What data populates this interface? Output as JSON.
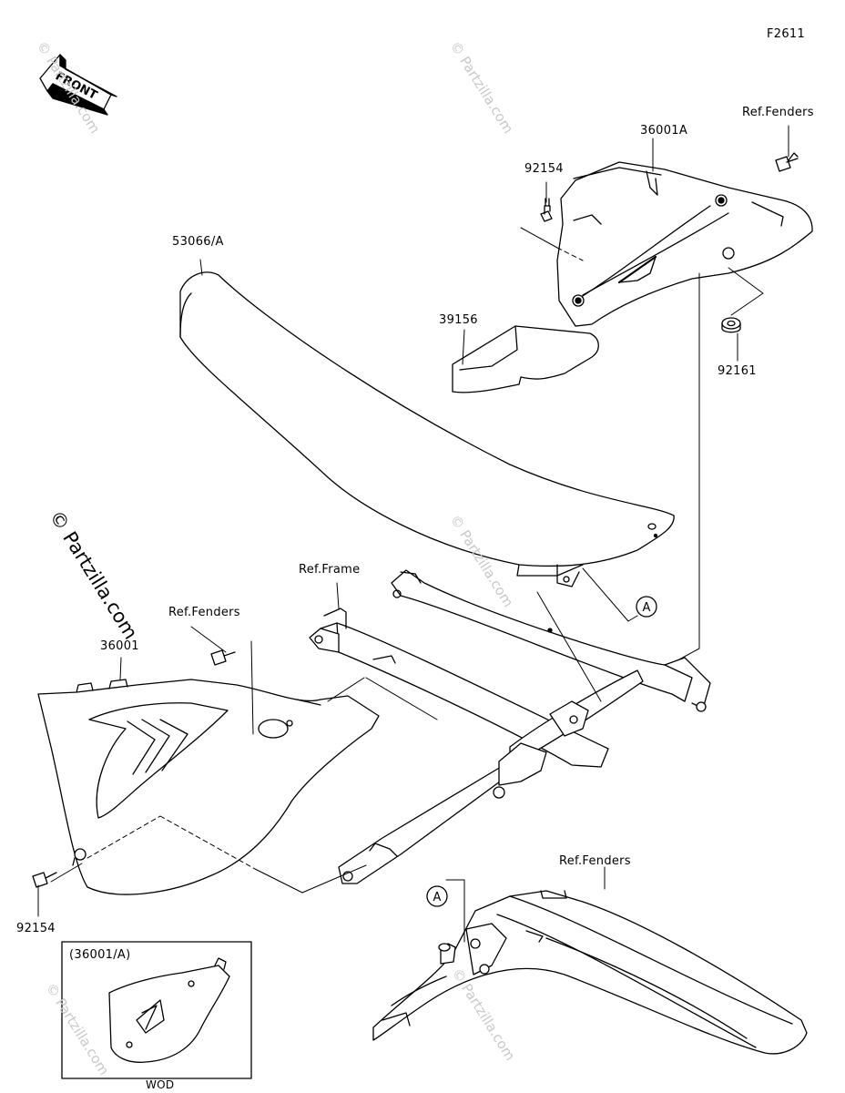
{
  "diagram": {
    "code": "F2611",
    "front_label": "FRONT",
    "circle_ref": "A",
    "inset_caption": "(36001/A)",
    "inset_footer": "WOD",
    "watermark": "© Partzilla.com"
  },
  "labels": {
    "ref_fenders_top": "Ref.Fenders",
    "part_36001A": "36001A",
    "part_92154_top": "92154",
    "part_53066A": "53066/A",
    "part_39156": "39156",
    "part_92161": "92161",
    "ref_frame": "Ref.Frame",
    "ref_fenders_left": "Ref.Fenders",
    "part_36001": "36001",
    "part_92154_bottom": "92154",
    "ref_fenders_bottom": "Ref.Fenders"
  }
}
